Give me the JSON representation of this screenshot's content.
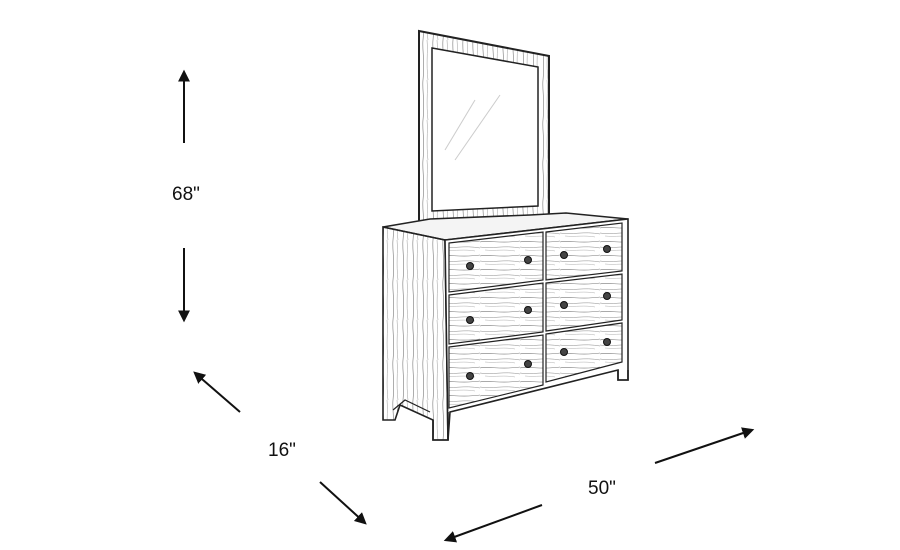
{
  "dimensions": {
    "height": "68\"",
    "depth": "16\"",
    "width": "50\""
  },
  "colors": {
    "line": "#222222",
    "sketch": "#555555",
    "background": "#ffffff"
  },
  "icons": {
    "arrows": "arrow-icon",
    "knobs": "drawer-knob-icon"
  }
}
